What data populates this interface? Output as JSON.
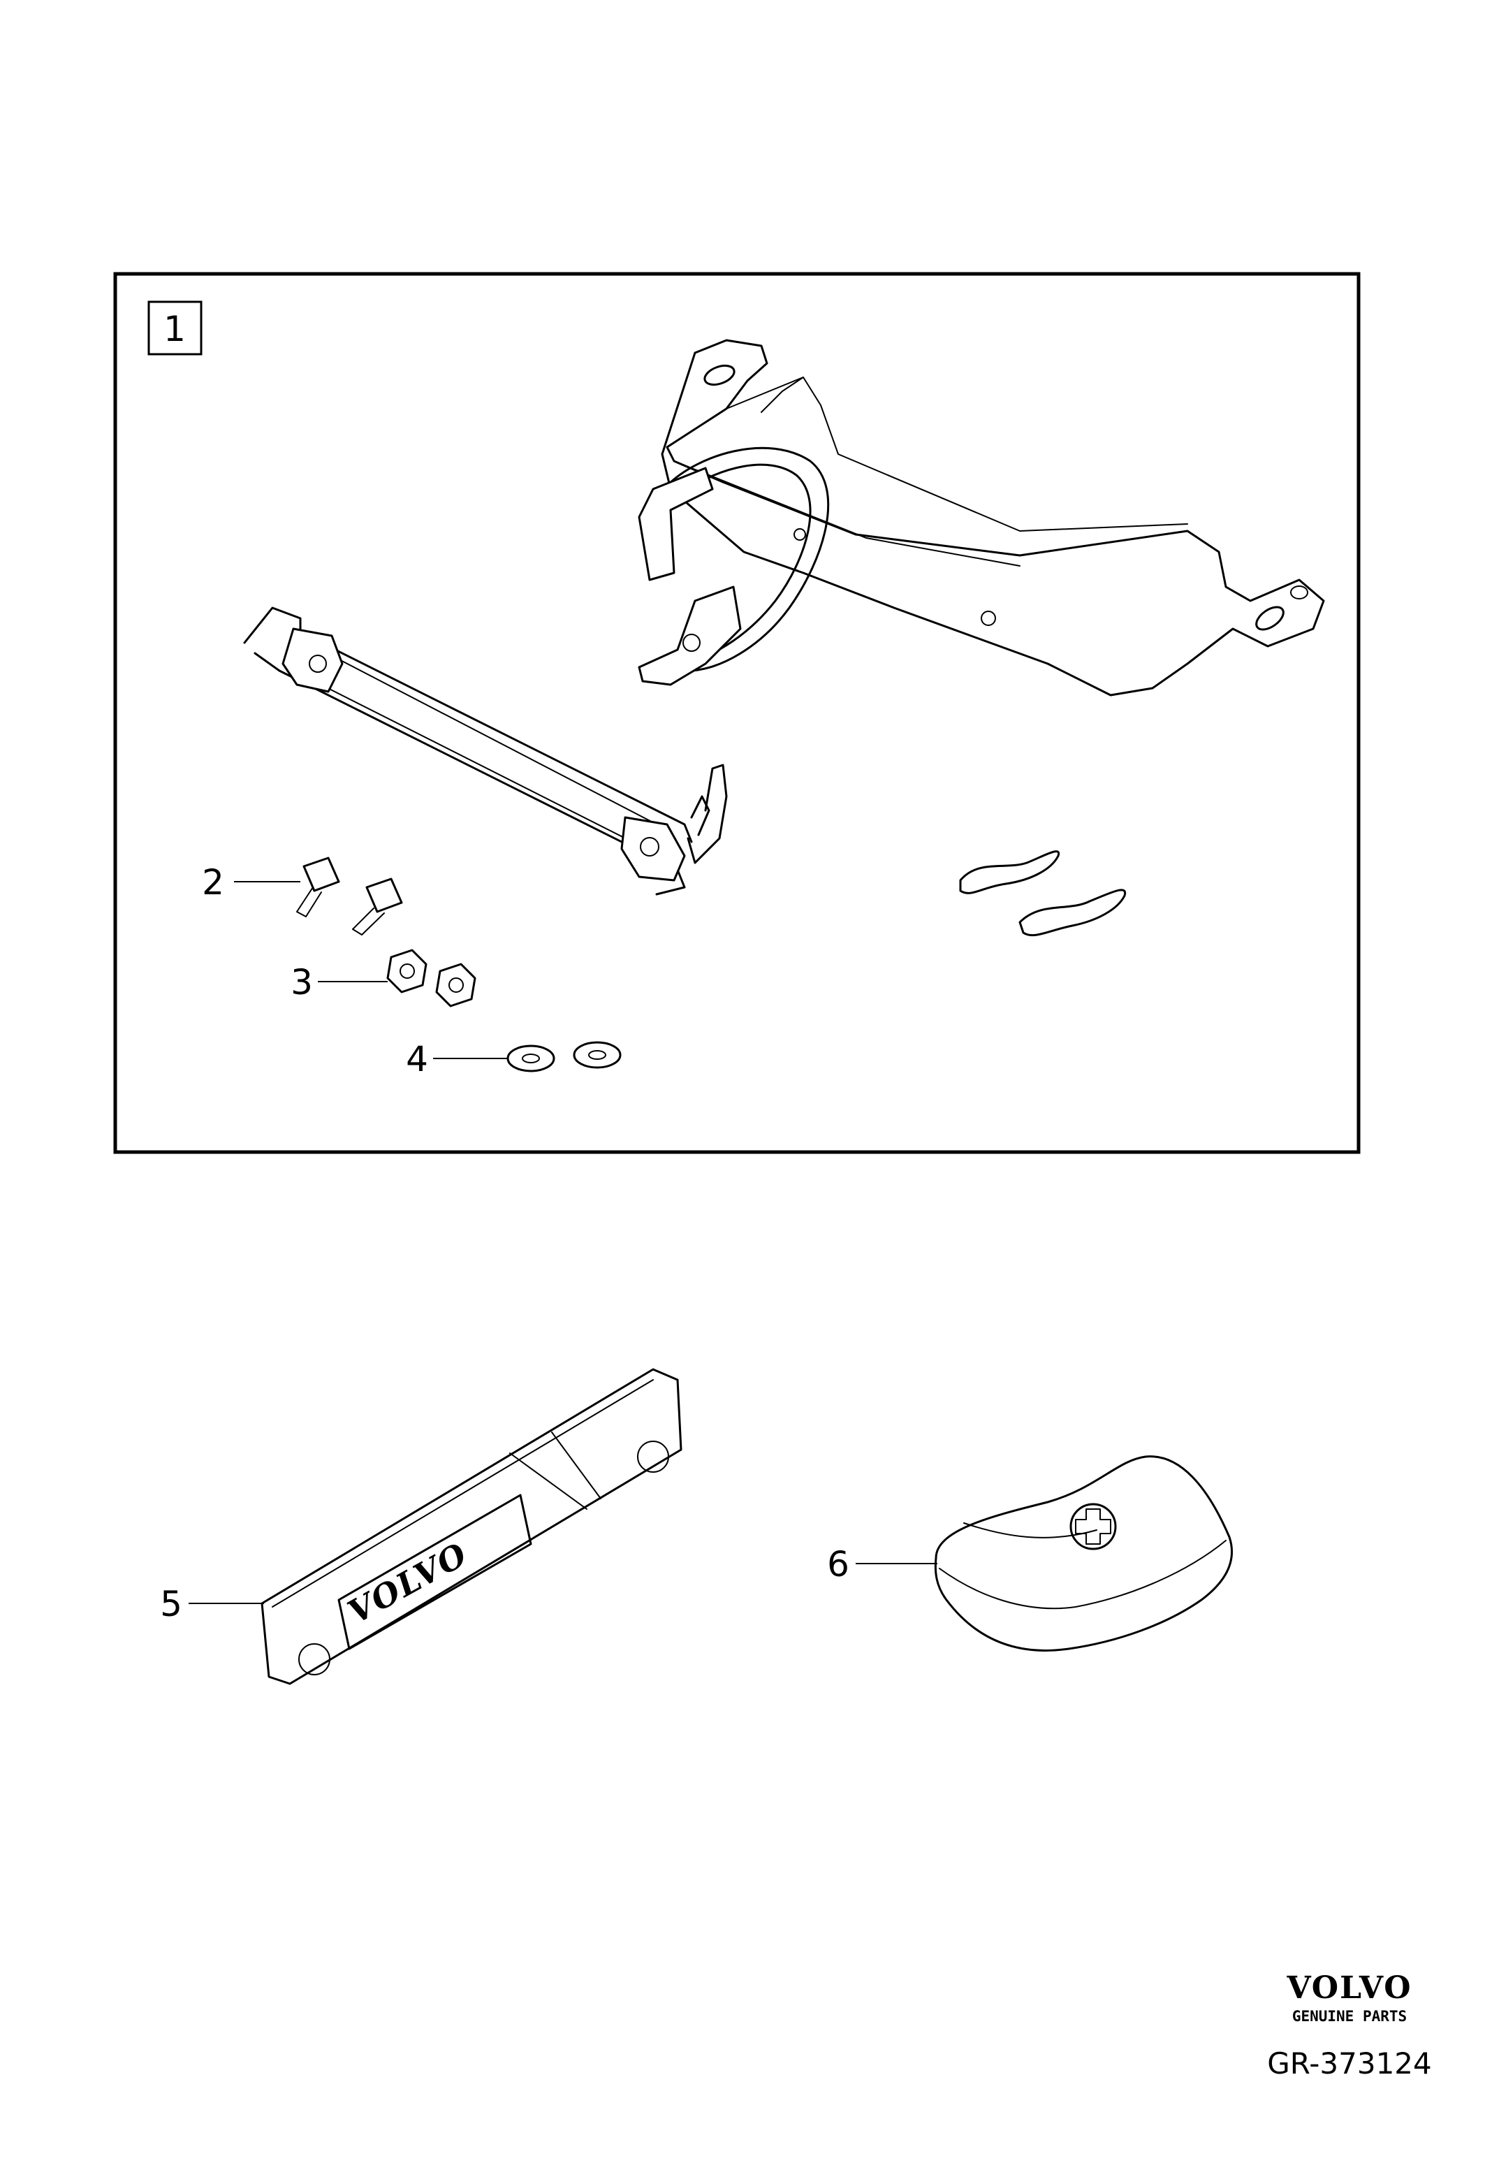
{
  "kit_box_label": "1",
  "callouts": {
    "bolts": "2",
    "nuts": "3",
    "washers": "4",
    "badge": "5",
    "first_aid_kit": "6"
  },
  "badge_text": "VOLVO",
  "brand": {
    "name": "VOLVO",
    "tagline": "GENUINE PARTS"
  },
  "diagram_reference": "GR-373124"
}
